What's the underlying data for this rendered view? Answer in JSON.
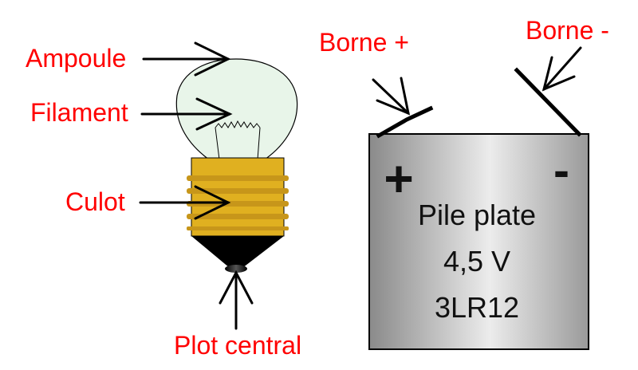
{
  "bulb": {
    "labels": {
      "ampoule": "Ampoule",
      "filament": "Filament",
      "culot": "Culot",
      "plot_central": "Plot central"
    }
  },
  "battery": {
    "labels": {
      "borne_plus": "Borne +",
      "borne_minus": "Borne -"
    },
    "plus_sign": "+",
    "minus_sign": "-",
    "text_line1": "Pile plate",
    "text_line2": "4,5 V",
    "text_line3": "3LR12"
  },
  "colors": {
    "label_red": "#ff0000",
    "glass": "#e8f5e9",
    "socket_gold": "#e0b020",
    "socket_stripe": "#a07810",
    "battery_light": "#e6e6e6",
    "battery_dark": "#8a8a8a"
  }
}
